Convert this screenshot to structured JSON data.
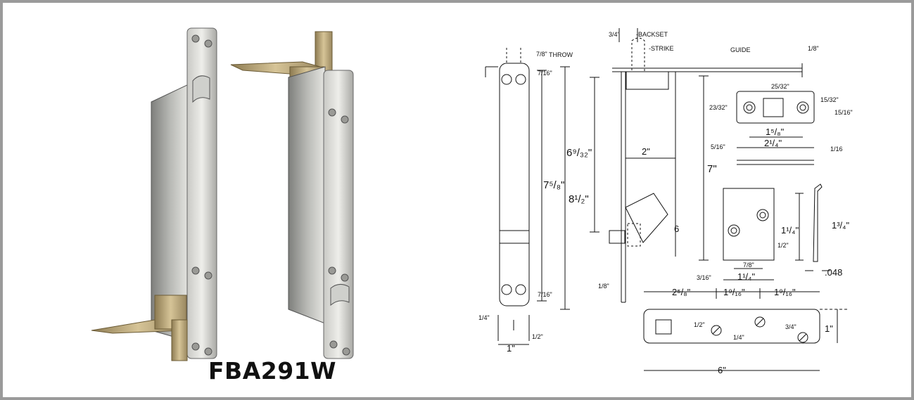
{
  "product": {
    "model": "FBA291W"
  },
  "drawing": {
    "labels": {
      "backset": "-BACKSET",
      "backset_dim": "3/4\"",
      "strike": "-STRIKE",
      "guide": "GUIDE",
      "throw": "THROW",
      "throw_dim": "7/8\"",
      "guide_thk": "1/8\"",
      "top_hole": "7/16\"",
      "bot_hole": "7/16\"",
      "len_7_5_8": "7⁵/₈\"",
      "len_8_1_2": "8¹/₂\"",
      "len_6_9_32": "6⁹/₃₂\"",
      "width_2": "2\"",
      "len_7": "7\"",
      "num_6": "6",
      "dim_1_4": "1/4\"",
      "dim_1": "1\"",
      "dim_1_2": "1/2\"",
      "dim_1_8": "1/8\"",
      "strike_23_32": "23/32\"",
      "strike_25_32": "25/32\"",
      "strike_15_32": "15/32\"",
      "strike_15_16": "15/16\"",
      "strike_1_5_8": "1⁵/₈\"",
      "strike_2_1_4": "2¹/₄\"",
      "strike_5_16": "5/16\"",
      "strike_1_16": "1/16",
      "plate_1_1_4": "1¹/₄\"",
      "plate_1_2": "1/2\"",
      "plate_1_3_4": "1³/₄\"",
      "plate_7_8": "7/8\"",
      "plate_3_16": "3/16\"",
      "plate_1_1_4b": "1¹/₄\"",
      "thk_048": ".048",
      "bar_2_5_8": "2⁵/₈\"",
      "bar_1_9_16a": "1⁹/₁₆\"",
      "bar_1_9_16b": "1⁹/₁₆\"",
      "bar_1_2": "1/2\"",
      "bar_1_4": "1/4\"",
      "bar_3_4": "3/4\"",
      "bar_1": "1\"",
      "bar_6": "6\""
    }
  },
  "colors": {
    "metal_light": "#d9d9d6",
    "metal_dark": "#8c8c88",
    "brass": "#b8a47a",
    "frame": "#9a9a9a"
  }
}
